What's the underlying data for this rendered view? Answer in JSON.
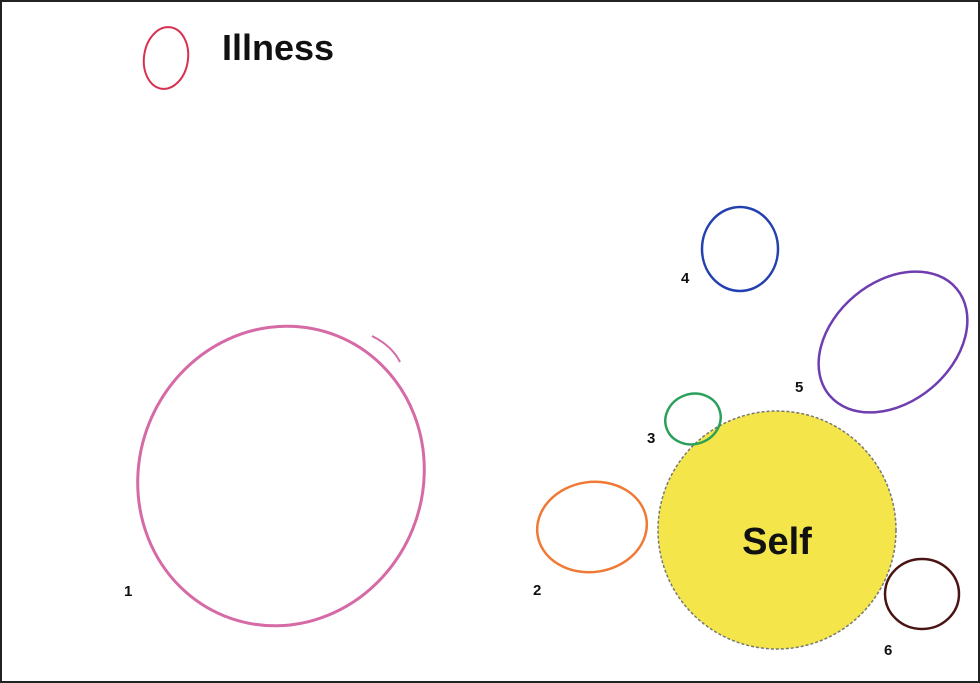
{
  "legend": {
    "label": "Illness",
    "color": "#d9304f"
  },
  "self": {
    "label": "Self",
    "fill": "#f4e64a",
    "stroke": "#777777"
  },
  "circles": [
    {
      "id": "1",
      "label": "1",
      "color": "#d66aa7"
    },
    {
      "id": "2",
      "label": "2",
      "color": "#f07a35"
    },
    {
      "id": "3",
      "label": "3",
      "color": "#2aa05a"
    },
    {
      "id": "4",
      "label": "4",
      "color": "#2340b0"
    },
    {
      "id": "5",
      "label": "5",
      "color": "#6e3db0"
    },
    {
      "id": "6",
      "label": "6",
      "color": "#4a1414"
    }
  ]
}
